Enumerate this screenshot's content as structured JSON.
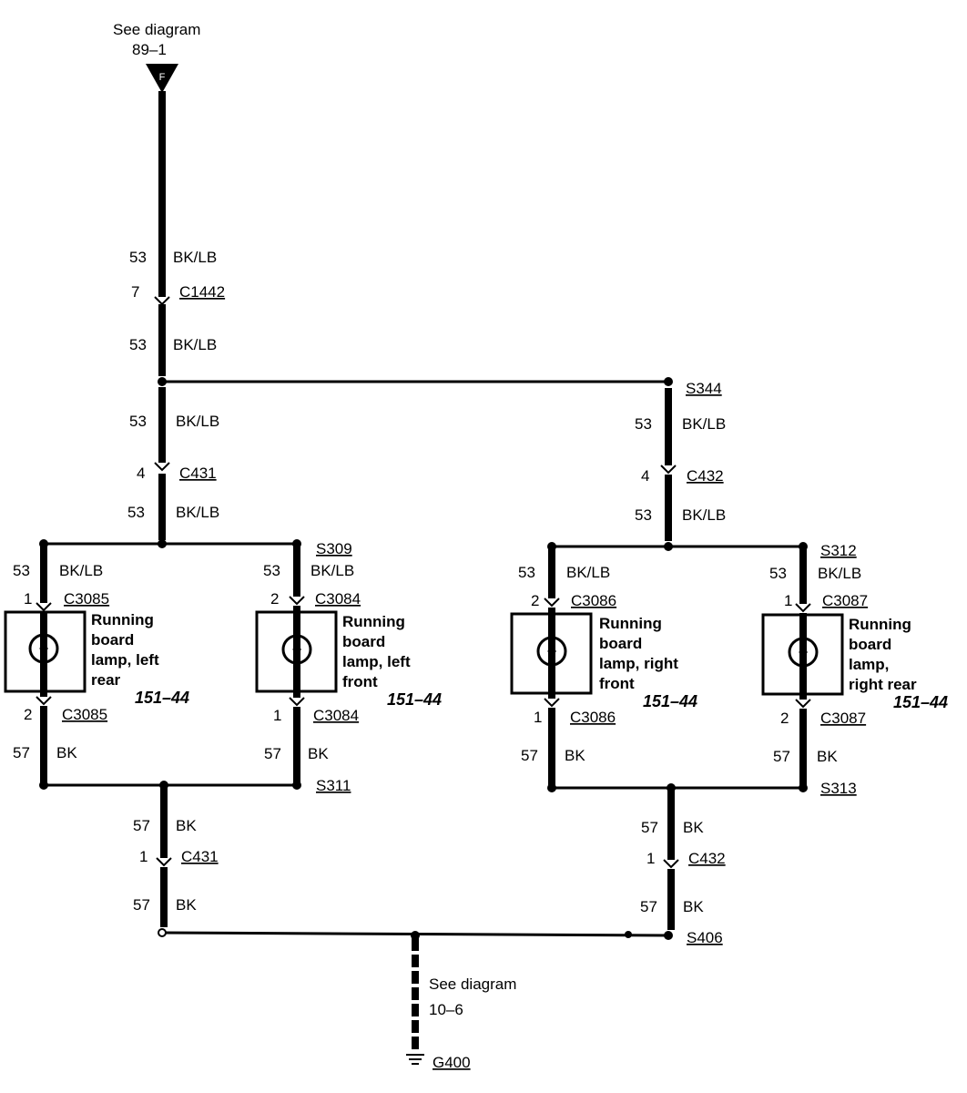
{
  "top_ref": {
    "line1": "See diagram",
    "line2": "89–1",
    "letter": "F"
  },
  "bottom_ref": {
    "line1": "See diagram",
    "line2": "10–6",
    "ground": "G400"
  },
  "main": {
    "wire_circuit": "53",
    "wire_color": "BK/LB",
    "c1442": {
      "pin": "7",
      "name": "C1442"
    },
    "c431_top": {
      "pin": "4",
      "name": "C431"
    },
    "c432_top": {
      "pin": "4",
      "name": "C432"
    },
    "s344": "S344",
    "s309": "S309",
    "s312": "S312"
  },
  "lamps": [
    {
      "id": "left-rear",
      "name_lines": [
        "Running",
        "board",
        "lamp, left",
        "rear"
      ],
      "ref": "151–44",
      "top_pin": "1",
      "top_conn": "C3085",
      "bot_pin": "2",
      "bot_conn": "C3085",
      "top_circuit": "53",
      "top_color": "BK/LB",
      "bot_circuit": "57",
      "bot_color": "BK"
    },
    {
      "id": "left-front",
      "name_lines": [
        "Running",
        "board",
        "lamp, left",
        "front"
      ],
      "ref": "151–44",
      "top_pin": "2",
      "top_conn": "C3084",
      "bot_pin": "1",
      "bot_conn": "C3084",
      "top_circuit": "53",
      "top_color": "BK/LB",
      "bot_circuit": "57",
      "bot_color": "BK"
    },
    {
      "id": "right-front",
      "name_lines": [
        "Running",
        "board",
        "lamp, right",
        "front"
      ],
      "ref": "151–44",
      "top_pin": "2",
      "top_conn": "C3086",
      "bot_pin": "1",
      "bot_conn": "C3086",
      "top_circuit": "53",
      "top_color": "BK/LB",
      "bot_circuit": "57",
      "bot_color": "BK"
    },
    {
      "id": "right-rear",
      "name_lines": [
        "Running",
        "board",
        "lamp,",
        "right rear"
      ],
      "ref": "151–44",
      "top_pin": "1",
      "top_conn": "C3087",
      "bot_pin": "2",
      "bot_conn": "C3087",
      "top_circuit": "53",
      "top_color": "BK/LB",
      "bot_circuit": "57",
      "bot_color": "BK"
    }
  ],
  "ground": {
    "wire_circuit": "57",
    "wire_color": "BK",
    "s311": "S311",
    "s313": "S313",
    "s406": "S406",
    "c431_bot": {
      "pin": "1",
      "name": "C431"
    },
    "c432_bot": {
      "pin": "1",
      "name": "C432"
    }
  }
}
